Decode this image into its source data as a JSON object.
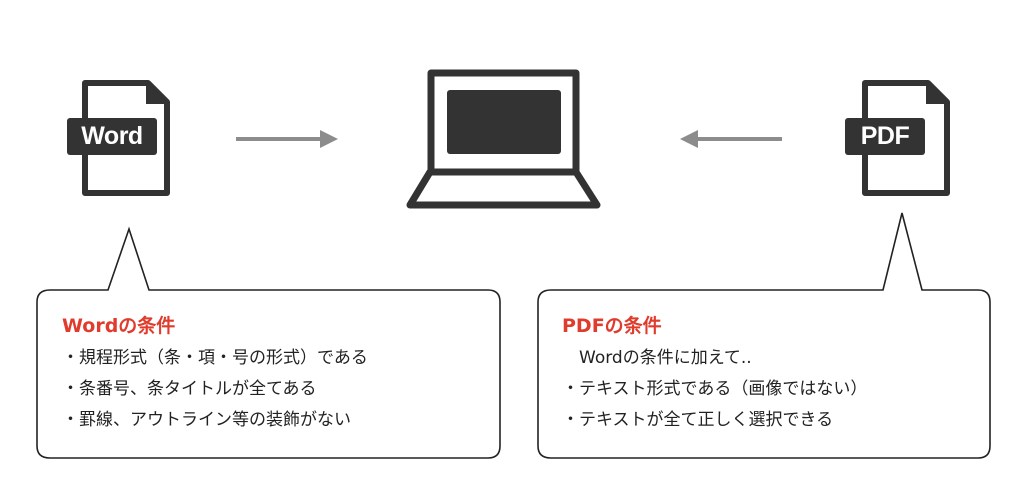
{
  "diagram": {
    "source_left": {
      "icon": "word-file-icon",
      "label": "Word"
    },
    "target": {
      "icon": "laptop-icon"
    },
    "source_right": {
      "icon": "pdf-file-icon",
      "label": "PDF"
    },
    "arrows": [
      {
        "name": "arrow-word-to-laptop",
        "direction": "right"
      },
      {
        "name": "arrow-pdf-to-laptop",
        "direction": "left"
      }
    ],
    "colors": {
      "icon": "#333333",
      "arrow": "#8c8c8c",
      "title_accent": "#e03c2d",
      "text": "#222222",
      "bubble_border": "#222222"
    }
  },
  "word_bubble": {
    "title": "Wordの条件",
    "lines": [
      "・規程形式（条・項・号の形式）である",
      "・条番号、条タイトルが全てある",
      "・罫線、アウトライン等の装飾がない"
    ]
  },
  "pdf_bubble": {
    "title": "PDFの条件",
    "lines": [
      "　Wordの条件に加えて..",
      "・テキスト形式である（画像ではない）",
      "・テキストが全て正しく選択できる"
    ]
  }
}
